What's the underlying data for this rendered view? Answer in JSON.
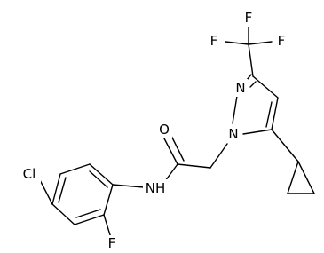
{
  "structure": {
    "atoms": {
      "chlorine": "Cl",
      "fluorine_ring": "F",
      "amide_nitrogen": "NH",
      "carbonyl_oxygen": "O",
      "pyrazole_n1": "N",
      "pyrazole_n2": "N",
      "cf3_f_top": "F",
      "cf3_f_left": "F",
      "cf3_f_right": "F"
    }
  }
}
